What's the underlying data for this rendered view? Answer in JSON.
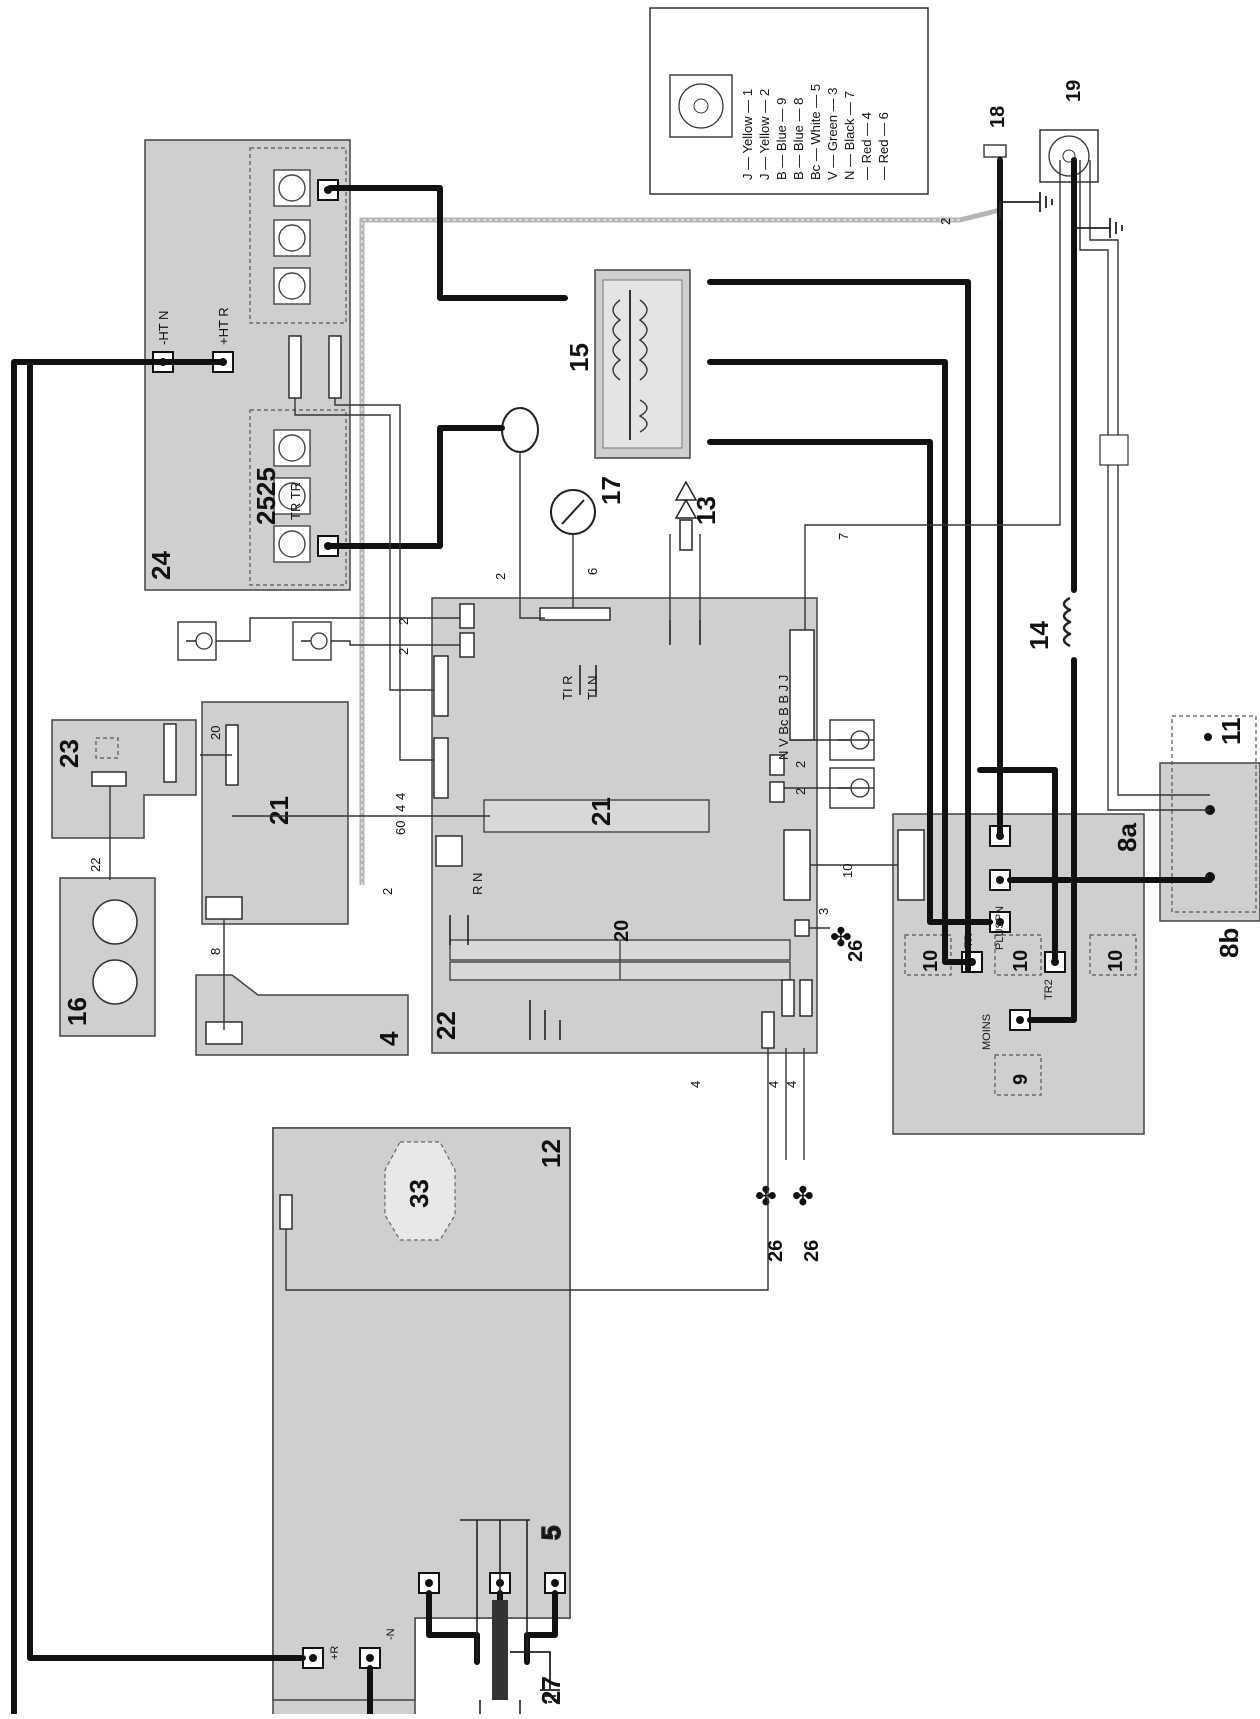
{
  "labels": {
    "block_24": "24",
    "block_2525": "2525",
    "block_tr_tr": "TR TR",
    "block_htn": "-HT N",
    "block_htr": "+HT R",
    "block_15": "15",
    "block_17": "17",
    "block_13": "13",
    "block_14": "14",
    "block_18": "18",
    "block_19": "19",
    "block_11": "11",
    "block_8a": "8a",
    "block_8b": "8b",
    "block_22": "22",
    "block_21": "21",
    "block_21_board": "21",
    "block_20": "20",
    "block_23": "23",
    "block_16": "16",
    "block_4": "4",
    "block_12": "12",
    "block_33": "33",
    "block_5": "5",
    "block_27": "27",
    "block_26_a": "26",
    "block_26_b": "26",
    "block_26_c": "26",
    "block_10_a": "10",
    "block_10_b": "10",
    "block_10_c": "10",
    "block_9": "9",
    "term_tr": "TR",
    "term_tr2": "TR2",
    "term_plus": "PLUSPN",
    "term_moins": "MOINS",
    "term_r": "+R",
    "term_n": "-N",
    "ti_r": "TI R",
    "ti_n": "TI N",
    "rn": "R N",
    "pins": "N V Bc B B J J"
  },
  "wire_counts": {
    "w2_a": "2",
    "w6": "6",
    "w7": "7",
    "w2_b": "2",
    "w2_c": "2",
    "w2_d": "2",
    "w2_e": "2",
    "w20": "20",
    "w60": "60",
    "w4_a": "4",
    "w4_b": "4",
    "w22": "22",
    "w8": "8",
    "w2_f": "2",
    "w10": "10",
    "w3": "3",
    "w4_c": "4",
    "w4_d": "4",
    "w4_e": "4",
    "w2_g": "2"
  },
  "legend": [
    {
      "code": "J",
      "name": "Yellow",
      "pin": "1"
    },
    {
      "code": "J",
      "name": "Yellow",
      "pin": "2"
    },
    {
      "code": "B",
      "name": "Blue",
      "pin": "9"
    },
    {
      "code": "B",
      "name": "Blue",
      "pin": "8"
    },
    {
      "code": "Bc",
      "name": "White",
      "pin": "5"
    },
    {
      "code": "V",
      "name": "Green",
      "pin": "3"
    },
    {
      "code": "N",
      "name": "Black",
      "pin": "7"
    },
    {
      "code": "",
      "name": "Red",
      "pin": "4"
    },
    {
      "code": "",
      "name": "Red",
      "pin": "6"
    }
  ],
  "icons": {
    "fan": "fan-icon",
    "sensor": "temperature-sensor-icon",
    "ground": "ground-icon",
    "gauge": "gauge-icon",
    "valve": "valve-icon",
    "plug": "mains-plug-icon"
  }
}
